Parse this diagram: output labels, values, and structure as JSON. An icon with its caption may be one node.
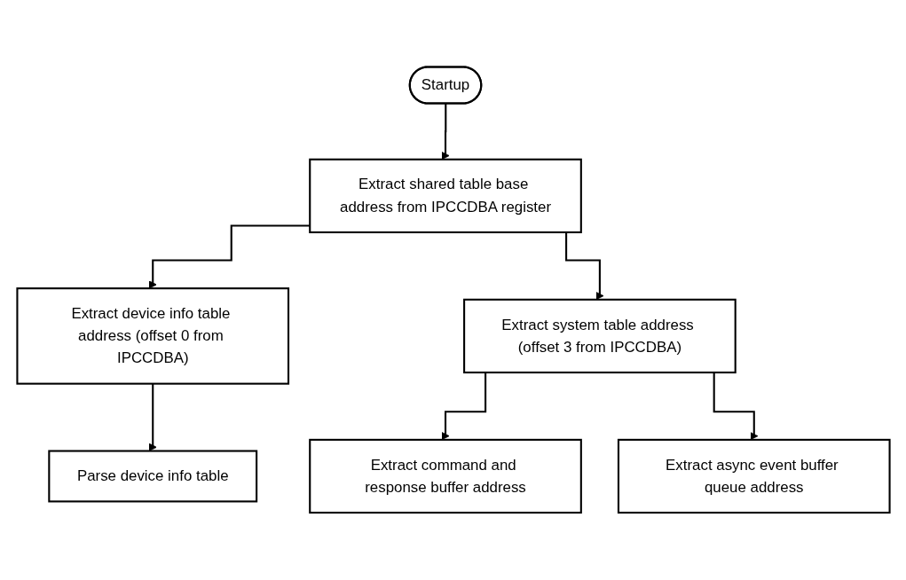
{
  "diagram": {
    "nodes": [
      {
        "text": [
          "Startup"
        ]
      },
      {
        "text": [
          "Extract shared table base address from IPCCDBA register"
        ]
      },
      {
        "text": [
          "Extract device info table address (offset 0 from IPCCDBA)"
        ]
      },
      {
        "text": [
          "Extract system table address (offset 3 from IPCCDBA)"
        ]
      },
      {
        "text": [
          "Parse device info table"
        ]
      },
      {
        "text": [
          "Extract command and response buffer address"
        ]
      },
      {
        "text": [
          "Extract async event buffer queue address"
        ]
      }
    ],
    "edges": [
      {
        "from": 0,
        "to": 1,
        "arrow": "to"
      },
      {
        "from": 1,
        "to": 2,
        "arrow": "to"
      },
      {
        "from": 1,
        "to": 3,
        "arrow": "to"
      },
      {
        "from": 2,
        "to": 4,
        "arrow": "to"
      },
      {
        "from": 3,
        "to": 5,
        "arrow": "to"
      },
      {
        "from": 3,
        "to": 6,
        "arrow": "to"
      }
    ]
  }
}
